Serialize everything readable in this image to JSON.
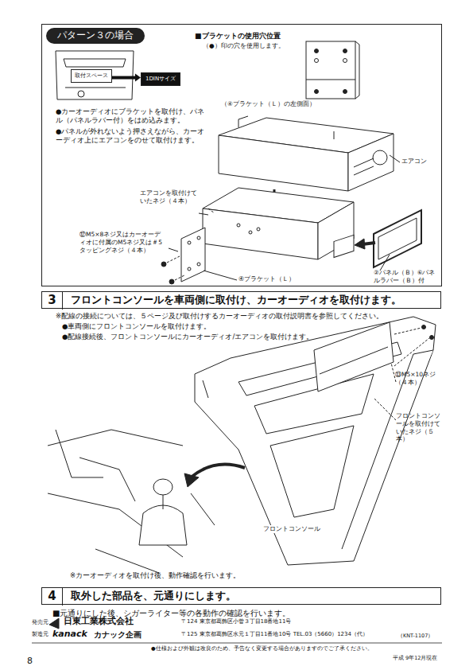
{
  "diagram": {
    "nodes": [
      {
        "text": [
          "パターン３の場合"
        ]
      },
      {
        "text": [
          "取付スペース"
        ],
        "in": 0
      },
      {
        "text": [
          "1DINサイズ"
        ],
        "in": 0
      },
      {
        "text": [
          "フロントコンソールを車両側に取付け、カーオーディオを取付けます。"
        ]
      },
      {
        "text": [
          "3"
        ],
        "in": 3
      },
      {
        "text": [
          "取外した部品を、元通りにします。"
        ]
      },
      {
        "text": [
          "4"
        ],
        "in": 5
      }
    ],
    "edges": [
      {
        "from": 1,
        "to": 2,
        "arrow": "to"
      }
    ],
    "labels": [
      "■ブラケットの使用穴位置",
      "（●）印の穴を使用します。",
      "（④ブラケット（Ｌ）の左側面）",
      "●カーオーディオにブラケットを取付け、パネル（パネルラバー付）をはめ込みます。",
      "●パネルが外れないよう押さえながら、カーオーディオ上にエアコンをのせて取付けます。",
      "エアコン",
      "エアコンを取付けていたネジ（４本）",
      "⑫M5×8ネジ又はカーオーディオに付属のM5ネジ又は＃5タッピングネジ（４本）",
      "④ブラケット（Ｌ）",
      "②パネル（Ｂ）⑥パネルラバー（Ｂ）付",
      "※配線の接続については、５ページ及び取付けするカーオーディオの取付説明書を参照してください。",
      "●車両側にフロントコンソールを取付けます。",
      "●配線接続後、フロントコンソールにカーオーディオ/エアコンを取付けます。",
      "⑬M5×10ネジ（４本）",
      "フロントコンソールを取付けていたネジ（５本）",
      "フロントコンソール",
      "※カーオーディオを取付け後、動作確認を行います。",
      "■元通りにした後、シガーライター等の各動作の確認を行います。",
      "発売元",
      "製造元",
      "日東工業株式会社",
      "〒124 東京都葛飾区小菅３丁目18番地11号",
      "kanack",
      "カナック企画",
      "〒125 東京都葛飾区水元１丁目11番地10号 TEL.03（5660）1234（代）",
      "8",
      "●仕様および外観は改良のため、予告なく変更する場合がありますのでご了承ください。",
      "平成 9年12月現在",
      "（KNT-1107）"
    ]
  }
}
